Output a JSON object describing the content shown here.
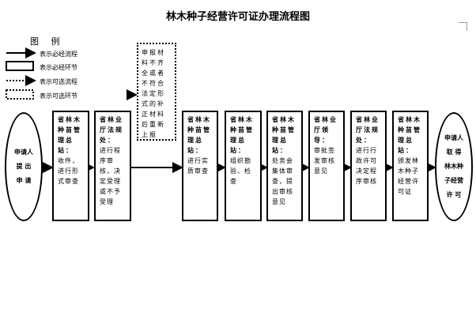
{
  "title": "林木种子经营许可证办理流程图",
  "legend": {
    "title": "图 例",
    "items": [
      {
        "label": "表示必经流程",
        "icon": "solid-arrow-icon"
      },
      {
        "label": "表示必经环节",
        "icon": "solid-box-icon"
      },
      {
        "label": "表示可选流程",
        "icon": "dotted-arrow-icon"
      },
      {
        "label": "表示可选环节",
        "icon": "dotted-box-icon"
      }
    ]
  },
  "start": {
    "lines": [
      "申请人",
      "提  出",
      "申  请"
    ]
  },
  "end": {
    "lines": [
      "申请人",
      "取  得",
      "林木种",
      "子经营",
      "许  可"
    ]
  },
  "optional_step": {
    "text": "申报材料不齐全或者不符合法定形式的补正材料后重新上报"
  },
  "steps": [
    {
      "head": "省林木种苗管理总站：",
      "body": "收件，进行形式审查"
    },
    {
      "head": "省林业厅法规处：",
      "body": "进行程序审核，决定受理或不予受理"
    },
    {
      "head": "省林木种苗管理总站：",
      "body": "进行实质审查"
    },
    {
      "head": "省林木种苗管理总站：",
      "body": "组织勘验、检查"
    },
    {
      "head": "省林木种苗管理总站：",
      "body": "处务会集体审查，提出审核意见"
    },
    {
      "head": "省林业厅领导：",
      "body": "审批签发审核意见"
    },
    {
      "head": "省林业厅法规处：",
      "body": "进行行政许可决定程序审核"
    },
    {
      "head": "省林木种苗管理总站：",
      "body": "颁发林木种子经营许可证"
    }
  ]
}
